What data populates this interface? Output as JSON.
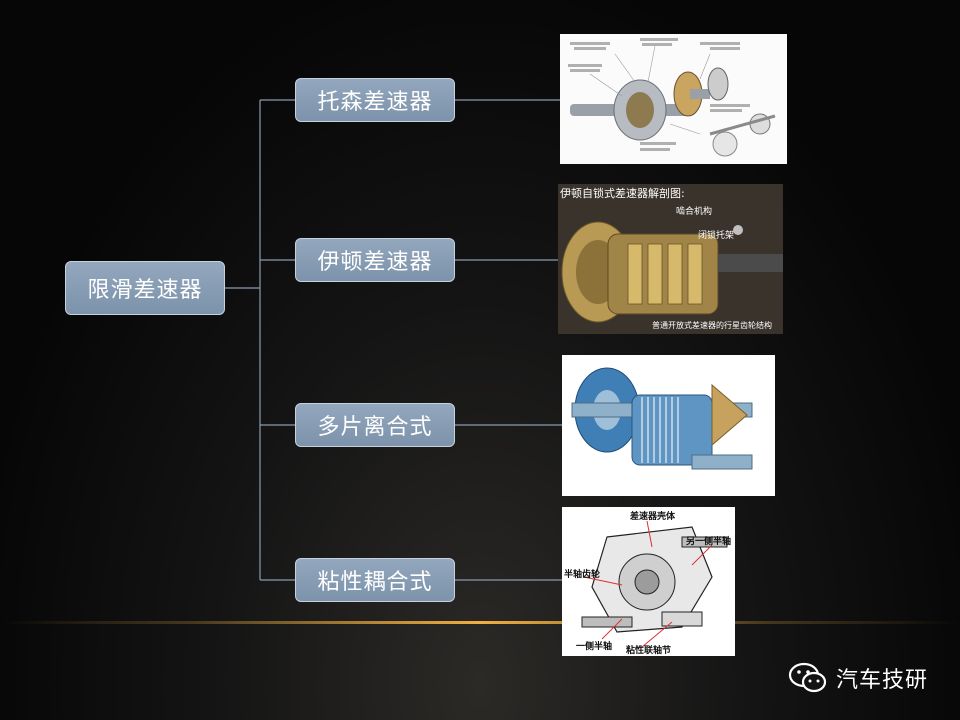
{
  "root": {
    "label": "限滑差速器"
  },
  "branches": [
    {
      "label": "托森差速器"
    },
    {
      "label": "伊顿差速器"
    },
    {
      "label": "多片离合式"
    },
    {
      "label": "粘性耦合式"
    }
  ],
  "images": {
    "eaton": {
      "title": "伊顿自锁式差速器解剖图:",
      "callout_1": "啮合机构",
      "callout_2": "闭锁托架",
      "caption": "普通开放式差速器的行星齿轮结构"
    },
    "viscous": {
      "label_housing": "差速器壳体",
      "label_other_shaft": "另一侧半轴",
      "label_side_gear": "半轴齿轮",
      "label_one_shaft": "一侧半轴",
      "label_coupling": "粘性联轴节"
    }
  },
  "brand": {
    "name": "汽车技研"
  },
  "colors": {
    "node_fill": "#8499b0",
    "connector": "#8a9bb0",
    "glow": "#f0b040"
  }
}
